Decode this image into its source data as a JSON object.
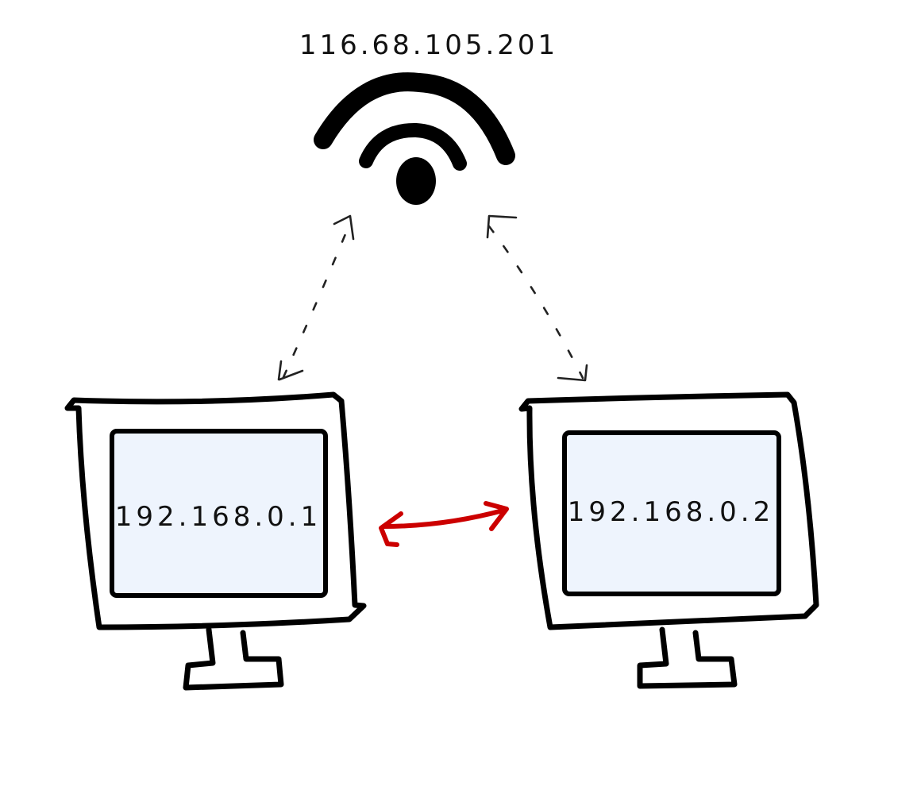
{
  "router": {
    "public_ip": "116.68.105.201",
    "icon": "wifi-icon"
  },
  "computers": [
    {
      "ip": "192.168.0.1",
      "icon": "monitor-icon"
    },
    {
      "ip": "192.168.0.2",
      "icon": "monitor-icon"
    }
  ],
  "colors": {
    "stroke": "#000000",
    "screen_fill": "#eef4fd",
    "link_arrow": "#cc0000",
    "dashed_link": "#222222"
  }
}
